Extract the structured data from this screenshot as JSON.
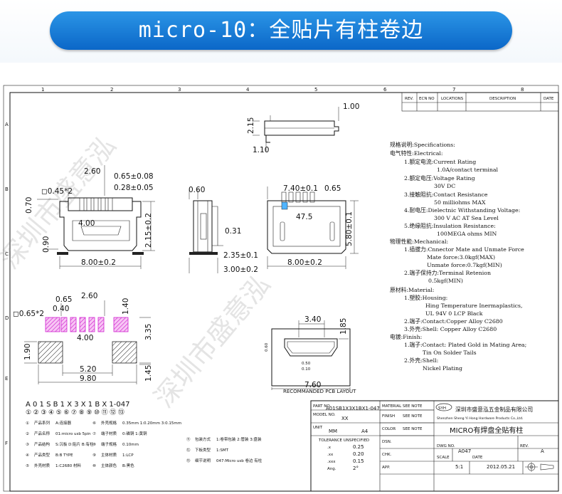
{
  "banner": {
    "title": "micro-10：全贴片有柱卷边"
  },
  "grid": {
    "columns": [
      "1",
      "2",
      "3",
      "4",
      "5",
      "6",
      "7",
      "8"
    ],
    "rows": [
      "A",
      "B",
      "C",
      "D",
      "E",
      "F"
    ]
  },
  "revision_table": {
    "headers": [
      "REV.",
      "ECN NO",
      "LOCATIONS",
      "DESCRIPTION",
      "DATE"
    ]
  },
  "watermark": {
    "text_1": "深圳市盛意泓",
    "text_2": "深圳市盛意泓"
  },
  "views": {
    "side_top": {
      "d1": "1.00",
      "d2": "2.15",
      "d3": "1.10"
    },
    "front": {
      "d_260": "2.60",
      "d_065": "0.65±0.08",
      "d_028": "0.28±0.05",
      "d_045": "◻0.45*2",
      "d_070": "0.70",
      "d_400": "4.00",
      "d_090": "0.90",
      "d_215": "2.15±0.2",
      "d_800": "8.00±0.2"
    },
    "side": {
      "d_060": "0.60",
      "d_031": "0.31",
      "d_235": "2.35±0.1",
      "d_300": "3.00±0.2"
    },
    "top": {
      "d_740": "7.40±0.1",
      "d_065": "0.65",
      "d_475": "47.5",
      "d_580": "5.80±0.1",
      "d_800": "8.00±0.2"
    },
    "footprint": {
      "d_065": "0.65",
      "d_260": "2.60",
      "d_040": "0.40",
      "d_140": "1.40",
      "d_045": "◻0.65*2",
      "d_400": "4.00",
      "d_335": "3.35",
      "d_190": "1.90",
      "d_520": "5.20",
      "d_980": "9.80",
      "d_145": "1.45"
    },
    "pcb": {
      "d_340": "3.40",
      "d_185": "1.85",
      "d_060": "0.60",
      "d_050": "0.50",
      "d_010": "0.10",
      "d_760": "7.60",
      "caption": "RECOMMANDED PCB LAYOUT"
    }
  },
  "specs": {
    "lines": [
      "规格说明:Specifications:",
      "电气特性:Electrical:",
      "1.额定电流:Current Rating",
      "1.0A/contact terminal",
      "2.额定电压:Voltage Rating",
      "30V DC",
      "3.接触阻抗:Contact Resistance",
      "50 milliohms MAX",
      "4.耐电压:Dielectnic Withstanding Voltage:",
      "300 V AC AT Sea Level",
      "5.绝缘阻抗:Insulation Resistance:",
      "100MEGA ohms MIN",
      "物理性能:Mechanical:",
      "1.插拔力:Cnnector Mate and Unmate Force",
      "Mate force:3.0kgf(MAX)",
      "Unmate force:0.7kgf(MIN)",
      "2.端子保持力:Terminal Retenion",
      "0.5kgf(MIN)",
      "原材料:Material:",
      "1.塑胶:Housing:",
      "Hing Temperature  Inermaplastics,",
      "UL 94V 0  LCP Black",
      "2.端子:Contact:Copper Alloy C2680",
      "3.外壳:Shell: Copper Alloy C2680",
      "电镀:Finish:",
      "1.端子:Contact: Plated Gold in Mating Area;",
      "Tin On Solder Tails",
      "2.外壳:Shell:",
      "Nickel Plating"
    ]
  },
  "part_code": {
    "code": "A 0 1 S B 1 X 3 X 1 B X 1-047",
    "circles": "①②③④⑤⑥⑦⑧⑨⑩⑪⑫⑬",
    "legend": [
      {
        "num": "①",
        "label": "产品系列",
        "value": "A:连接器"
      },
      {
        "num": "②",
        "label": "产品名称",
        "value": "01:micro usb 5pin"
      },
      {
        "num": "③",
        "label": "产品结构",
        "value": "S:沉板 D:贴片 B:有柱"
      },
      {
        "num": "④",
        "label": "产品类型",
        "value": "B:B TYPE"
      },
      {
        "num": "⑤",
        "label": "外壳材质",
        "value": "1:C2680 材料"
      },
      {
        "num": "⑥",
        "label": "外壳规格",
        "value": "0.35mm 1:0.20mm 3:0.15mm"
      },
      {
        "num": "⑦",
        "label": "端子材质",
        "value": "0:磷铜 1:黄铜"
      },
      {
        "num": "⑧",
        "label": "端子规格",
        "value": "0.10mm"
      },
      {
        "num": "⑨",
        "label": "主体材质",
        "value": "1:LCP"
      },
      {
        "num": "⑩",
        "label": "主体颜色",
        "value": "B:黑色"
      },
      {
        "num": "⑪",
        "label": "包装方式",
        "value": "1:卷带包装 2:管装 3:盘装"
      },
      {
        "num": "⑫",
        "label": "下板类型",
        "value": "1:SMT"
      },
      {
        "num": "⑬",
        "label": "细节说明",
        "value": "047:Micro usb 卷边 有柱"
      }
    ]
  },
  "title_block": {
    "part_no_label": "PART NO.",
    "part_no": "A01SB1X3X1BX1-047",
    "model_label": "MODEL NO.",
    "model": "XX",
    "unit_label": "UNIT",
    "unit": "MM",
    "size": "A4",
    "material_label": "MATERIAL",
    "material": "SEE NOTE",
    "finish_label": "FINISH",
    "finish": "SEE NOTE",
    "color_label": "COLOR",
    "color": "SEE NOTE",
    "tolerance_label": "TOLERANCE UNSPECIFIED",
    "tolerances": [
      {
        "k": ".x",
        "v": "0.25"
      },
      {
        "k": ".xx",
        "v": "0.20"
      },
      {
        "k": ".xxx",
        "v": "0.15"
      },
      {
        "k": "Ang.",
        "v": "2°"
      }
    ],
    "dsn_label": "DSN.",
    "chk_label": "CHK.",
    "app_label": "APP.",
    "logo": "SYH",
    "company_cn": "深圳市盛意泓五金制品有限公司",
    "company_en": "Shenzhen Sheng Yi Hong Hardware Products Co.,Ltd.",
    "product": "MICRO有焊盘全贴有柱",
    "dwg_label": "DWG NO.",
    "dwg": "A047",
    "rev_label": "REV.",
    "rev": "A",
    "scale_label": "SCALE",
    "scale": "5:1",
    "date_label": "DATE",
    "date": "2012.05.21"
  },
  "colors": {
    "banner": "#1a7fda",
    "pad": "#e040e0"
  }
}
